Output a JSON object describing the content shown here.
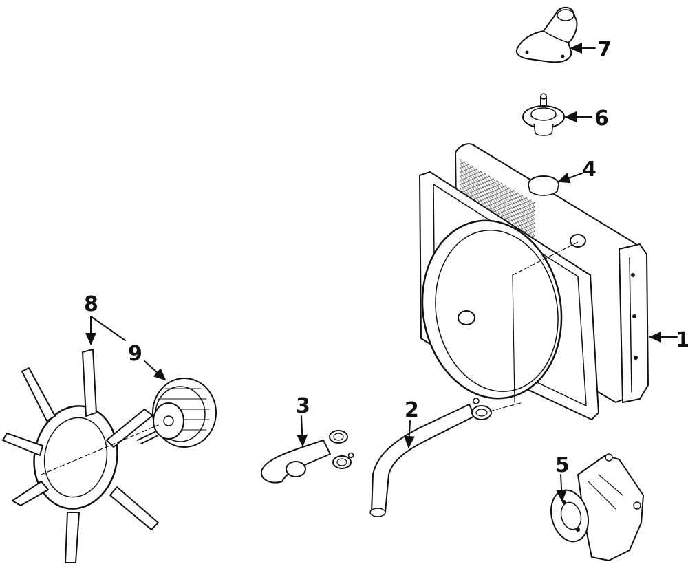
{
  "diagram": {
    "ink_color": "#111111",
    "background": "#ffffff",
    "callouts": [
      {
        "id": "c1",
        "label": "1"
      },
      {
        "id": "c2",
        "label": "2"
      },
      {
        "id": "c3",
        "label": "3"
      },
      {
        "id": "c4",
        "label": "4"
      },
      {
        "id": "c5",
        "label": "5"
      },
      {
        "id": "c6",
        "label": "6"
      },
      {
        "id": "c7",
        "label": "7"
      },
      {
        "id": "c8",
        "label": "8"
      },
      {
        "id": "c9",
        "label": "9"
      }
    ]
  }
}
